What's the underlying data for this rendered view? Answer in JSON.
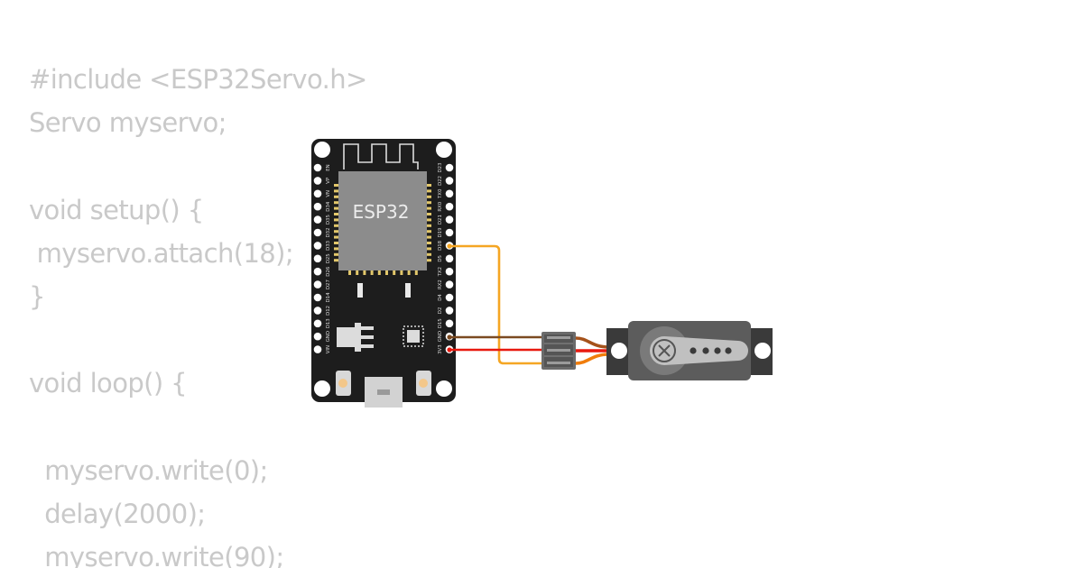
{
  "code": {
    "lines": [
      "#include <ESP32Servo.h>",
      "Servo myservo;",
      "",
      "void setup() {",
      " myservo.attach(18);",
      "}",
      "",
      "void loop() {",
      "",
      "  myservo.write(0);",
      "  delay(2000);",
      "  myservo.write(90);"
    ]
  },
  "board": {
    "label": "ESP32",
    "left_pins": [
      "EN",
      "VP",
      "VN",
      "D34",
      "D35",
      "D32",
      "D33",
      "D25",
      "D26",
      "D27",
      "D14",
      "D12",
      "D13",
      "GND",
      "VIN"
    ],
    "right_pins": [
      "D23",
      "D22",
      "TX0",
      "RX0",
      "D21",
      "D19",
      "D18",
      "D5",
      "TX2",
      "RX2",
      "D4",
      "D2",
      "D15",
      "GND",
      "3V3"
    ]
  },
  "colors": {
    "board": "#1d1d1d",
    "module": "#8c8c8c",
    "wire_signal": "#f5a623",
    "wire_ground": "#7b4a21",
    "wire_power": "#e8190f",
    "servo_body": "#5c5c5c",
    "servo_horn": "#c0c0c0",
    "code_text": "#c9c9c9"
  },
  "icons": {
    "servo_hub": "servo-hub-icon",
    "antenna": "antenna-icon"
  }
}
